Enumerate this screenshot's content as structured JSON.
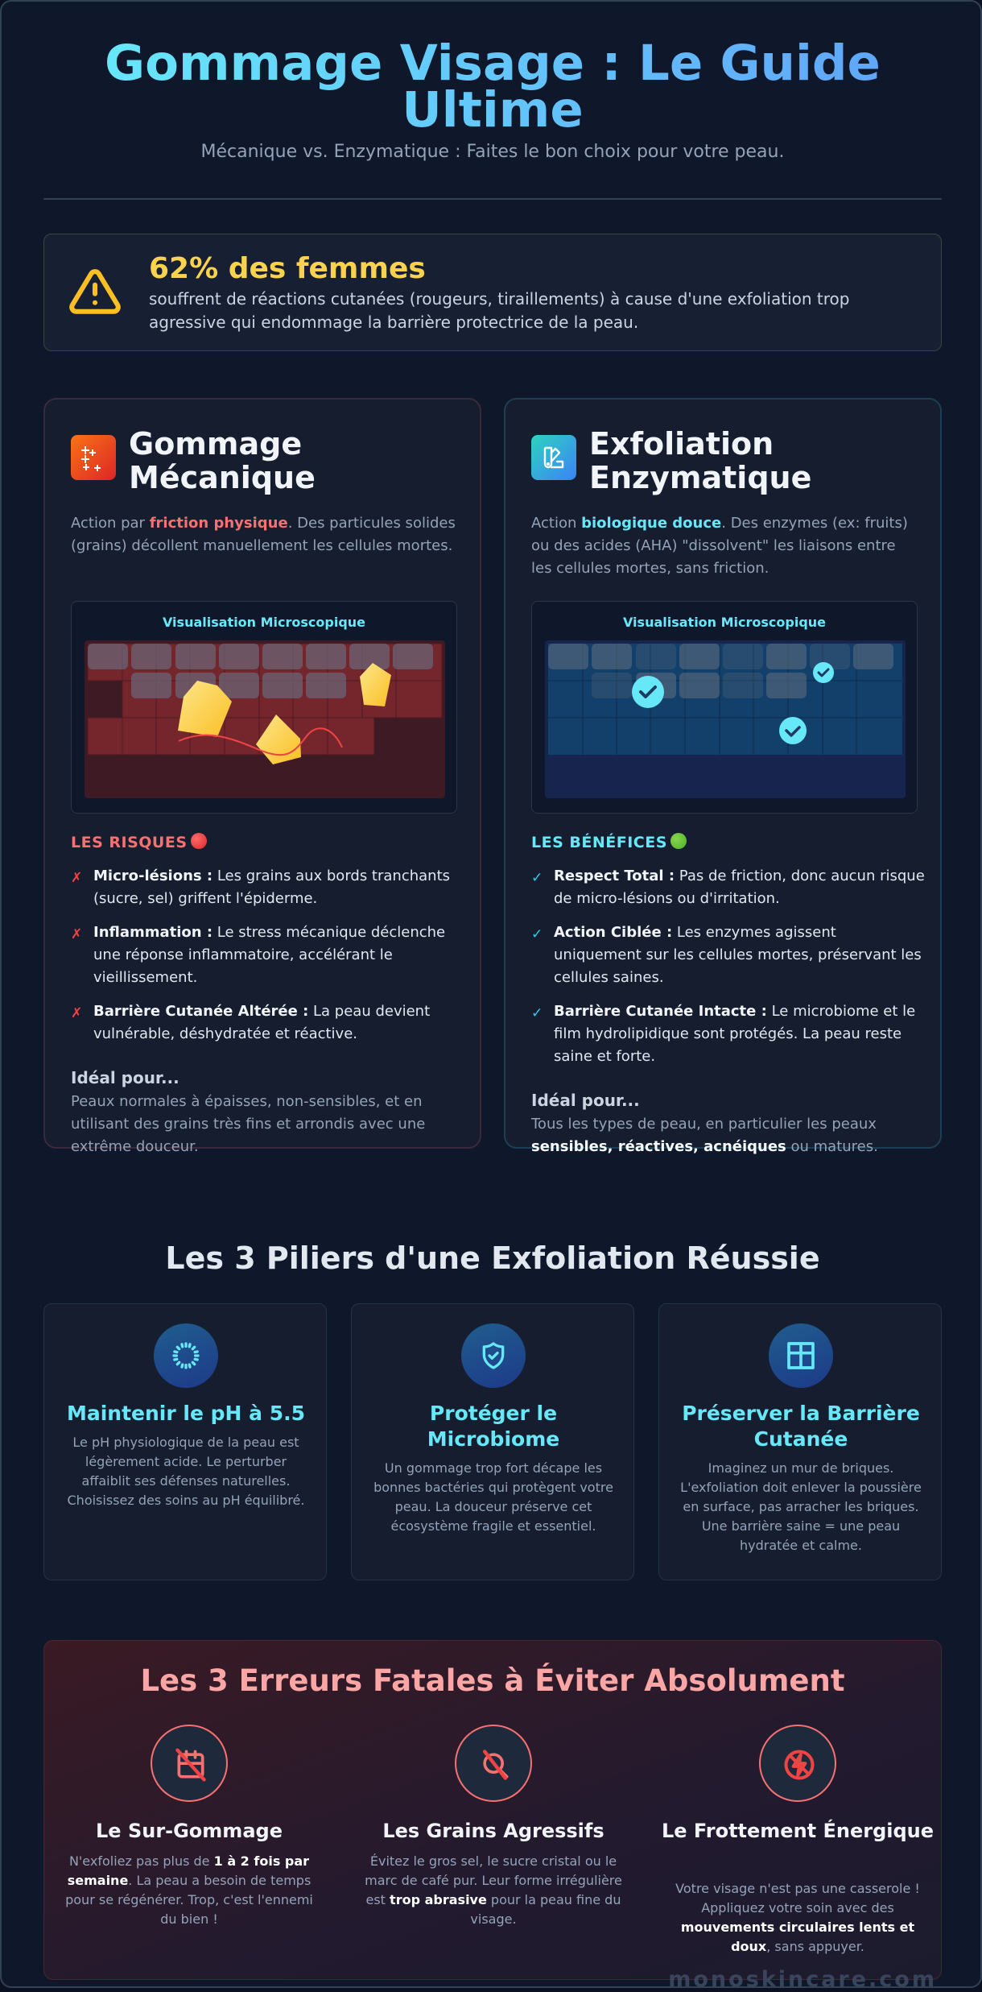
{
  "header": {
    "title": "Gommage Visage : Le Guide Ultime",
    "subtitle": "Mécanique vs. Enzymatique : Faites le bon choix pour votre peau."
  },
  "stat": {
    "icon": "warning-triangle-icon",
    "title": "62% des femmes",
    "text": "souffrent de réactions cutanées (rougeurs, tiraillements) à cause d'une exfoliation trop agressive qui endommage la barrière protectrice de la peau."
  },
  "comparison": {
    "mechanical": {
      "icon": "sparkles-icon",
      "title": "Gommage Mécanique",
      "desc_prefix": "Action par ",
      "desc_highlight": "friction physique",
      "desc_suffix": ". Des particules solides (grains) décollent manuellement les cellules mortes.",
      "viz_label": "Visualisation Microscopique",
      "section_label": "LES RISQUES",
      "items": [
        {
          "mark": "✗",
          "bold": "Micro-lésions :",
          "text": " Les grains aux bords tranchants (sucre, sel) griffent l'épiderme."
        },
        {
          "mark": "✗",
          "bold": "Inflammation :",
          "text": " Le stress mécanique déclenche une réponse inflammatoire, accélérant le vieillissement."
        },
        {
          "mark": "✗",
          "bold": "Barrière Cutanée Altérée :",
          "text": " La peau devient vulnérable, déshydratée et réactive."
        }
      ],
      "ideal_title": "Idéal pour...",
      "ideal_text": "Peaux normales à épaisses, non-sensibles, et en utilisant des grains très fins et arrondis avec une extrême douceur."
    },
    "enzymatic": {
      "icon": "swatch-book-icon",
      "title": "Exfoliation Enzymatique",
      "desc_prefix": "Action ",
      "desc_highlight": "biologique douce",
      "desc_suffix": ". Des enzymes (ex: fruits) ou des acides (AHA) \"dissolvent\" les liaisons entre les cellules mortes, sans friction.",
      "viz_label": "Visualisation Microscopique",
      "section_label": "LES BÉNÉFICES",
      "items": [
        {
          "mark": "✓",
          "bold": "Respect Total :",
          "text": " Pas de friction, donc aucun risque de micro-lésions ou d'irritation."
        },
        {
          "mark": "✓",
          "bold": "Action Ciblée :",
          "text": " Les enzymes agissent uniquement sur les cellules mortes, préservant les cellules saines."
        },
        {
          "mark": "✓",
          "bold": "Barrière Cutanée Intacte :",
          "text": " Le microbiome et le film hydrolipidique sont protégés. La peau reste saine et forte."
        }
      ],
      "ideal_title": "Idéal pour...",
      "ideal_prefix": "Tous les types de peau, en particulier les peaux ",
      "ideal_bold": "sensibles, réactives, acnéiques",
      "ideal_suffix": " ou matures."
    }
  },
  "pillars": {
    "title": "Les 3 Piliers d'une Exfoliation Réussie",
    "items": [
      {
        "icon": "loader-ph-icon",
        "title": "Maintenir le pH à 5.5",
        "text": "Le pH physiologique de la peau est légèrement acide. Le perturber affaiblit ses défenses naturelles. Choisissez des soins au pH équilibré."
      },
      {
        "icon": "shield-check-icon",
        "title": "Protéger le Microbiome",
        "text": "Un gommage trop fort décape les bonnes bactéries qui protègent votre peau. La douceur préserve cet écosystème fragile et essentiel."
      },
      {
        "icon": "grid-bricks-icon",
        "title": "Préserver la Barrière Cutanée",
        "text": "Imaginez un mur de briques. L'exfoliation doit enlever la poussière en surface, pas arracher les briques. Une barrière saine = une peau hydratée et calme."
      }
    ]
  },
  "errors": {
    "title": "Les 3 Erreurs Fatales à Éviter Absolument",
    "items": [
      {
        "icon": "calendar-off-icon",
        "title": "Le Sur-Gommage",
        "prefix": "N'exfoliez pas plus de ",
        "bold": "1 à 2 fois par semaine",
        "suffix": ". La peau a besoin de temps pour se régénérer. Trop, c'est l'ennemi du bien !"
      },
      {
        "icon": "search-off-icon",
        "title": "Les Grains Agressifs",
        "prefix": "Évitez le gros sel, le sucre cristal ou le marc de café pur. Leur forme irrégulière est ",
        "bold": "trop abrasive",
        "suffix": " pour la peau fine du visage."
      },
      {
        "icon": "zap-off-icon",
        "title": "Le Frottement Énergique",
        "prefix": "Votre visage n'est pas une casserole ! Appliquez votre soin avec des ",
        "bold": "mouvements circulaires lents et doux",
        "suffix": ", sans appuyer."
      }
    ]
  },
  "watermark": "monoskincare.com",
  "colors": {
    "background": "#0f172a",
    "card": "#151d2f",
    "accent_cyan": "#67e8f9",
    "accent_blue": "#60a5fa",
    "warning_yellow": "#fbd24e",
    "danger_red": "#f87171",
    "error_title_pink": "#fca5a5"
  }
}
